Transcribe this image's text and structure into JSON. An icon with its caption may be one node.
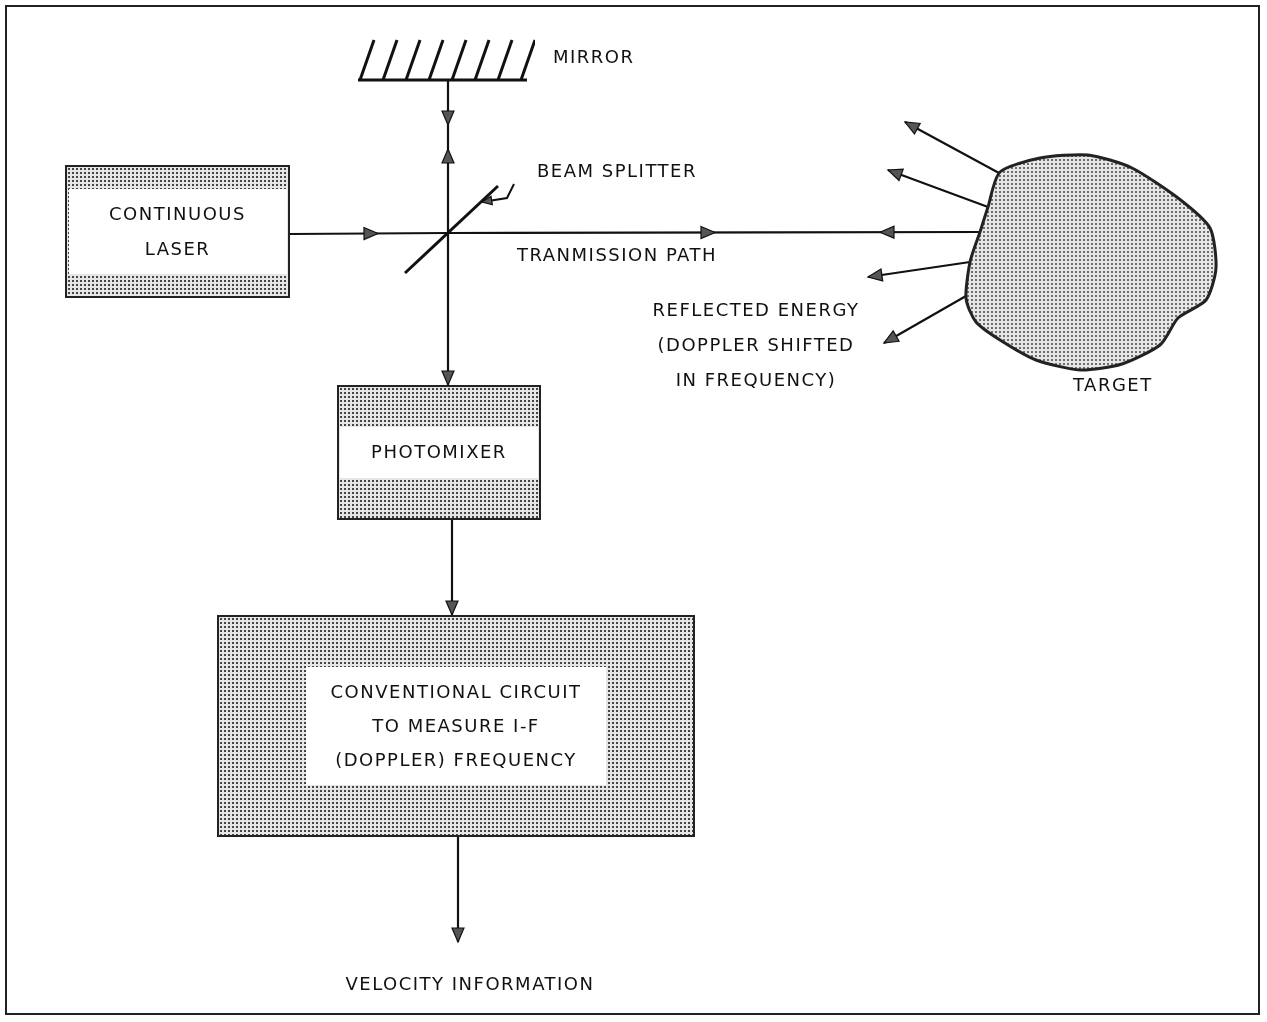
{
  "diagram": {
    "nodes": [
      {
        "text": [
          "MIRROR"
        ]
      },
      {
        "text": [
          "BEAM SPLITTER"
        ]
      },
      {
        "text": [
          "CONTINUOUS LASER"
        ]
      },
      {
        "text": [],
        "shape": "bar"
      },
      {
        "text": [
          "TARGET"
        ]
      },
      {
        "text": [
          "PHOTOMIXER"
        ]
      },
      {
        "text": [
          "CONVENTIONAL CIRCUIT TO MEASURE I-F (DOPPLER) FREQUENCY"
        ]
      },
      {
        "text": [
          "VELOCITY INFORMATION"
        ]
      }
    ],
    "edges": [
      {
        "from": 2,
        "to": 3,
        "arrow": "to"
      },
      {
        "from": 3,
        "to": 0,
        "arrow": "both"
      },
      {
        "from": 3,
        "to": 4,
        "arrow": "both",
        "label": "TRANMISSION PATH"
      },
      {
        "from": 1,
        "to": 3,
        "arrow": "to"
      },
      {
        "from": 3,
        "to": 5,
        "arrow": "to"
      },
      {
        "from": 5,
        "to": 6,
        "arrow": "to"
      },
      {
        "from": 6,
        "to": 7,
        "arrow": "to"
      },
      {
        "from": 4,
        "to": null,
        "arrow": "to"
      },
      {
        "from": 4,
        "to": null,
        "arrow": "to"
      },
      {
        "from": 4,
        "to": null,
        "arrow": "to"
      },
      {
        "from": 4,
        "to": null,
        "arrow": "to"
      }
    ],
    "labels": [
      "REFLECTED ENERGY (DOPPLER SHIFTED IN FREQUENCY)"
    ]
  }
}
